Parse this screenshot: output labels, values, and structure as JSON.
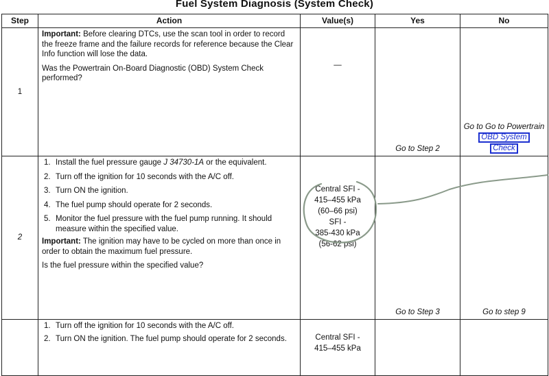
{
  "title": "Fuel System Diagnosis (System Check)",
  "headers": {
    "step": "Step",
    "action": "Action",
    "values": "Value(s)",
    "yes": "Yes",
    "no": "No"
  },
  "row1": {
    "step": "1",
    "important_label": "Important:",
    "important_text": "Before clearing DTCs, use the scan tool in order to record the freeze frame and the failure records for reference because the Clear Info function will lose the data.",
    "question": "Was the Powertrain On-Board Diagnostic (OBD) System Check performed?",
    "value": "—",
    "yes": "Go to Step 2",
    "no_prefix": "Go to Powertrain",
    "no_link_1": "OBD System",
    "no_link_2": "Check"
  },
  "row2": {
    "step": "2",
    "items": [
      {
        "n": "1.",
        "pre": "Install the fuel pressure gauge ",
        "tool": "J 34730-1A",
        "post": " or the equivalent."
      },
      {
        "n": "2.",
        "pre": "Turn off the ignition for 10 seconds with the A/C off.",
        "tool": "",
        "post": ""
      },
      {
        "n": "3.",
        "pre": "Turn ON the ignition.",
        "tool": "",
        "post": ""
      },
      {
        "n": "4.",
        "pre": "The fuel pump should operate for 2 seconds.",
        "tool": "",
        "post": ""
      },
      {
        "n": "5.",
        "pre": "Monitor the fuel pressure with the fuel pump running. It should measure within the specified value.",
        "tool": "",
        "post": ""
      }
    ],
    "important_label": "Important:",
    "important_text": "The ignition may have to be cycled on more than once in order to obtain the maximum fuel pressure.",
    "question": "Is the fuel pressure within the specified value?",
    "values": [
      "Central SFI -",
      "415–455 kPa",
      "(60–66 psi)",
      "SFI -",
      "385-430 kPa",
      "(56-62 psi)"
    ],
    "yes": "Go to Step 3",
    "no": "Go to step 9"
  },
  "row3": {
    "items": [
      {
        "n": "1.",
        "text": "Turn off the ignition for 10 seconds with the A/C off."
      },
      {
        "n": "2.",
        "text": "Turn ON the ignition. The fuel pump should operate for 2 seconds."
      }
    ],
    "values": [
      "Central SFI -",
      "415–455 kPa"
    ]
  }
}
